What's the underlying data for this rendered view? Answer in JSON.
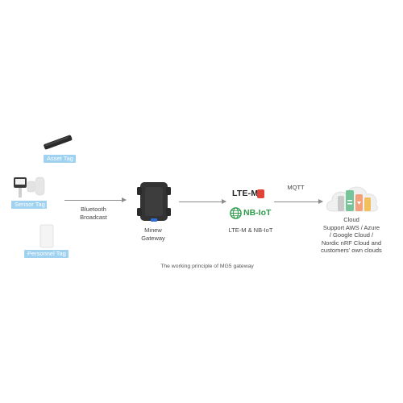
{
  "devices": {
    "asset_tag": "Asset Tag",
    "sensor_tag": "Sensor Tag",
    "personnel_tag": "Personnel Tag"
  },
  "links": {
    "bluetooth": "Bluetooth\nBroadcast",
    "mqtt": "MQTT"
  },
  "gateway": {
    "label": "Minew\nGateway"
  },
  "network": {
    "lte_m_logo": "LTE-M",
    "nb_iot_logo": "NB-IoT",
    "label": "LTE-M & NB-IoT"
  },
  "cloud": {
    "label": "Cloud\nSupport AWS / Azure\n/ Google Cloud /\nNordic nRF Cloud and\ncustomers' own clouds"
  },
  "caption": "The working principle of MG5 gateway",
  "colors": {
    "tag_badge": "#9fd2f1",
    "lte_m_red": "#e0433a",
    "nb_iot_green": "#2e9a4a",
    "arrow": "#8c8c8c"
  }
}
